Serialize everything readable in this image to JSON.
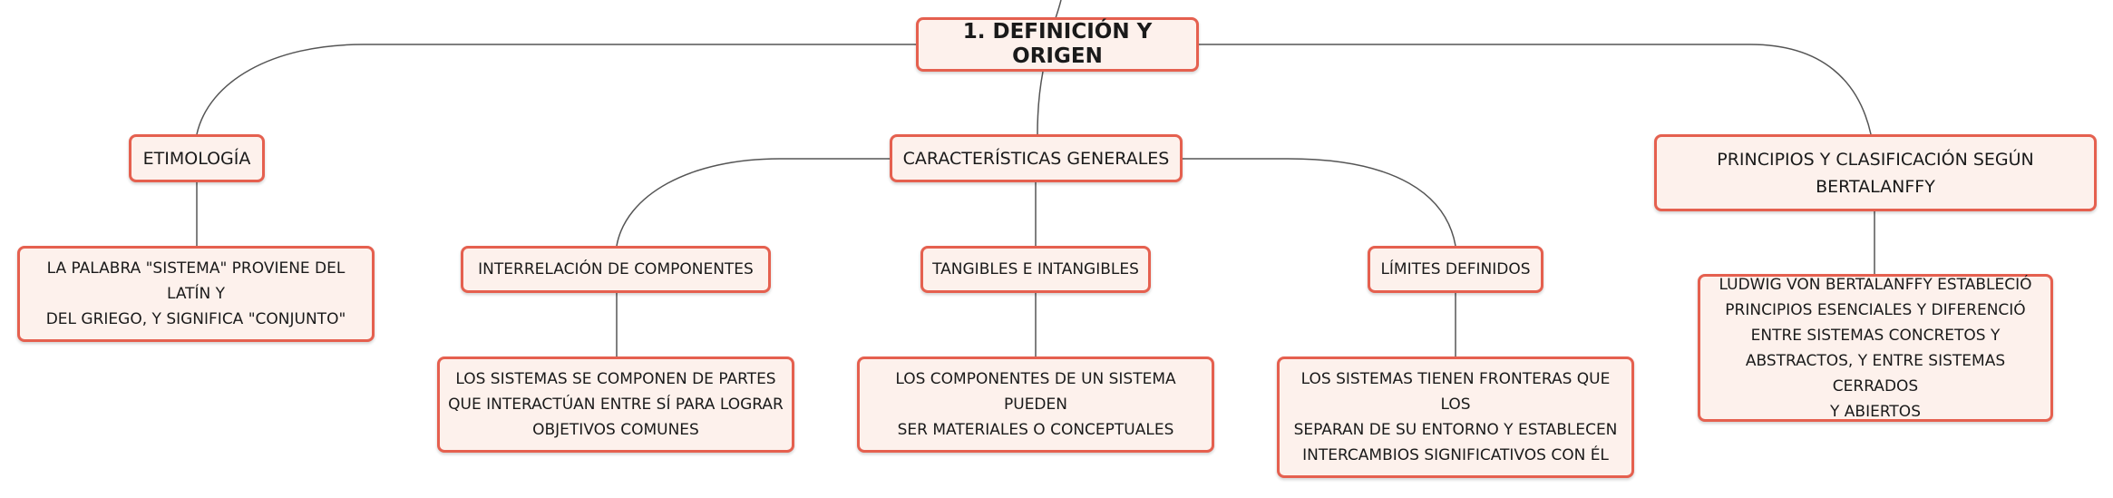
{
  "nodes": {
    "root": "1. DEFINICIÓN Y ORIGEN",
    "etimologia": "ETIMOLOGÍA",
    "caracteristicas": "CARACTERÍSTICAS GENERALES",
    "principios": "PRINCIPIOS Y CLASIFICACIÓN SEGÚN\nBERTALANFFY",
    "etimologia_detail": "LA PALABRA \"SISTEMA\" PROVIENE DEL LATÍN Y\nDEL GRIEGO, Y SIGNIFICA \"CONJUNTO\"",
    "interrelacion": "INTERRELACIÓN DE COMPONENTES",
    "tangibles": "TANGIBLES E INTANGIBLES",
    "limites": "LÍMITES DEFINIDOS",
    "interrelacion_detail": "LOS SISTEMAS SE COMPONEN DE PARTES\nQUE INTERACTÚAN ENTRE SÍ PARA LOGRAR\nOBJETIVOS COMUNES",
    "tangibles_detail": "LOS COMPONENTES DE UN SISTEMA PUEDEN\nSER MATERIALES O CONCEPTUALES",
    "limites_detail": "LOS SISTEMAS TIENEN FRONTERAS QUE LOS\nSEPARAN DE SU ENTORNO Y ESTABLECEN\nINTERCAMBIOS SIGNIFICATIVOS CON ÉL",
    "principios_detail": "LUDWIG VON BERTALANFFY ESTABLECIÓ\nPRINCIPIOS ESENCIALES Y DIFERENCIÓ\nENTRE SISTEMAS CONCRETOS Y\nABSTRACTOS, Y ENTRE SISTEMAS CERRADOS\nY ABIERTOS"
  },
  "colors": {
    "node_border": "#e5604f",
    "node_fill": "#fdf1ec",
    "connector": "#555555"
  }
}
